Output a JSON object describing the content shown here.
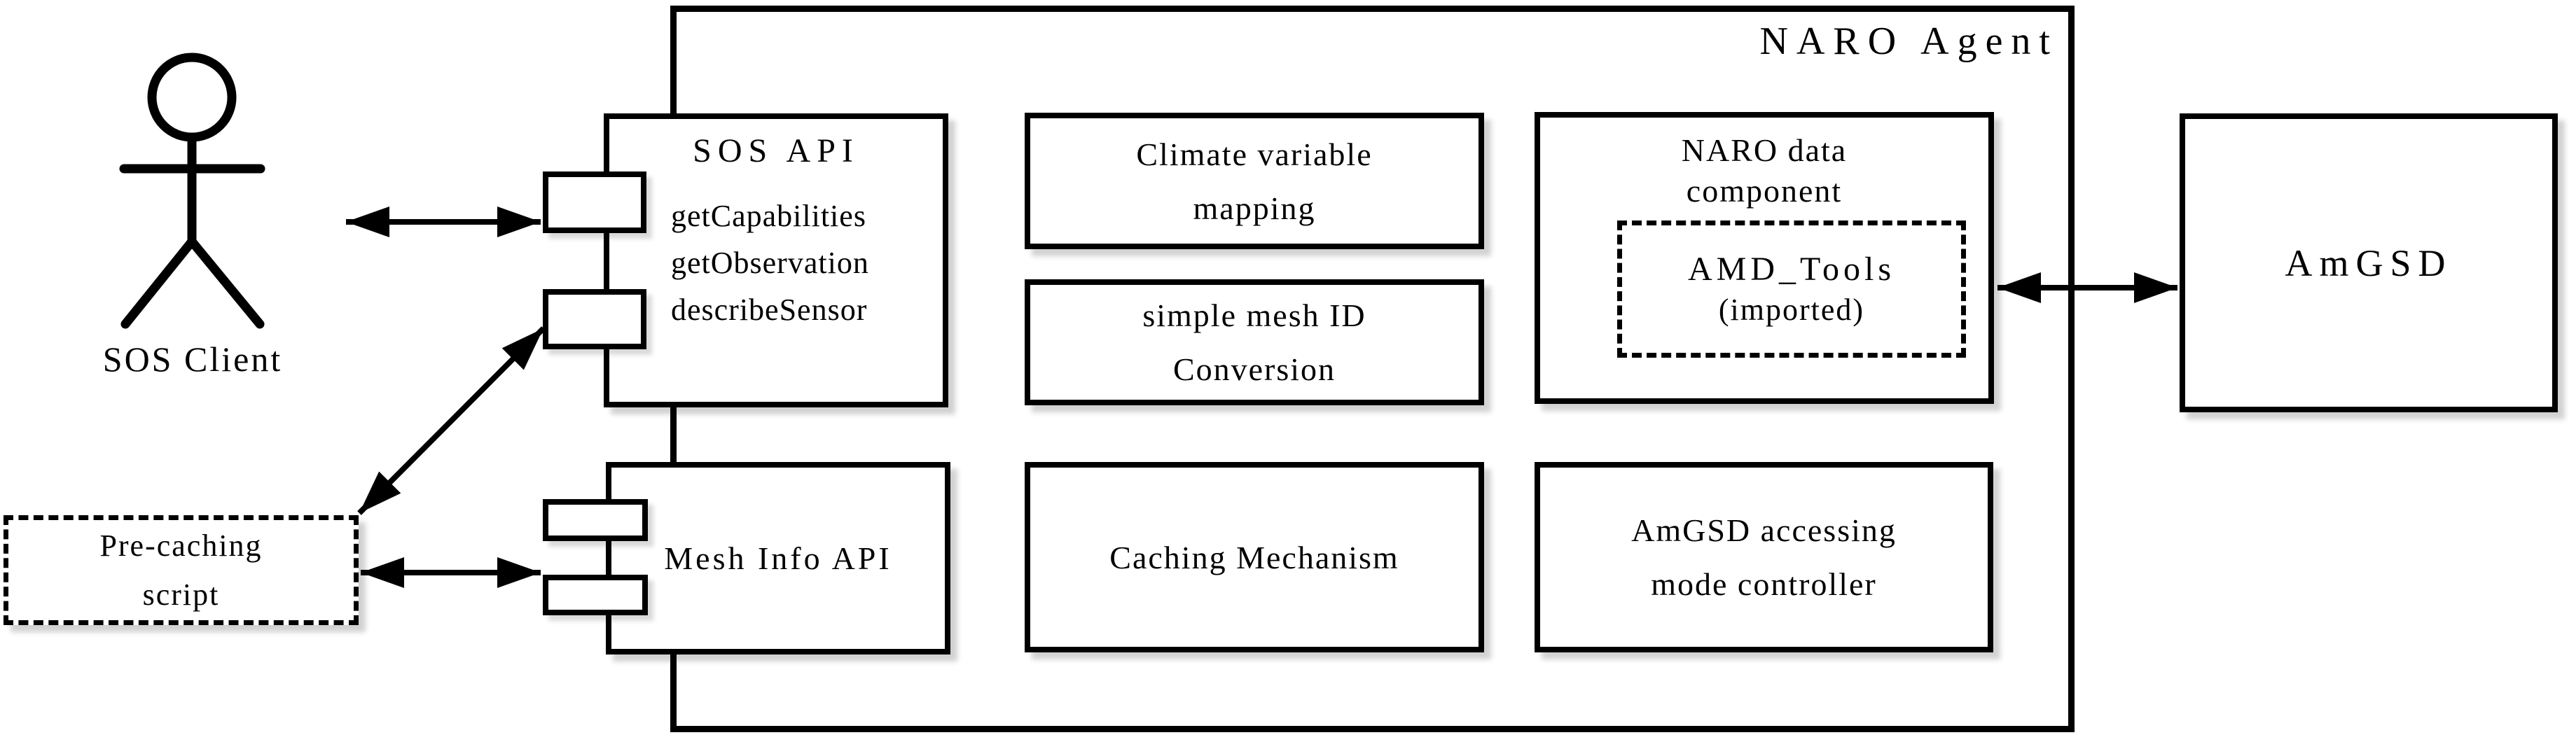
{
  "diagram": {
    "container_label": "NARO Agent",
    "actor": {
      "label": "SOS Client"
    },
    "precaching": {
      "line1": "Pre-caching",
      "line2": "script"
    },
    "sos_api": {
      "title": "SOS API",
      "methods": [
        "getCapabilities",
        "getObservation",
        "describeSensor"
      ]
    },
    "mesh_info": {
      "label": "Mesh Info API"
    },
    "climate": {
      "line1": "Climate variable",
      "line2": "mapping"
    },
    "simple_mesh": {
      "line1": "simple mesh ID",
      "line2": "Conversion"
    },
    "caching": {
      "label": "Caching Mechanism"
    },
    "naro_data": {
      "line1": "NARO data",
      "line2": "component",
      "amd_tools": {
        "line1": "AMD_Tools",
        "line2": "(imported)"
      }
    },
    "amgsd_accessing": {
      "line1": "AmGSD accessing",
      "line2": "mode controller"
    },
    "amgsd": {
      "label": "AmGSD"
    },
    "colors": {
      "line": "#000000",
      "background": "#ffffff",
      "shadow": "#d9d9d9"
    }
  }
}
